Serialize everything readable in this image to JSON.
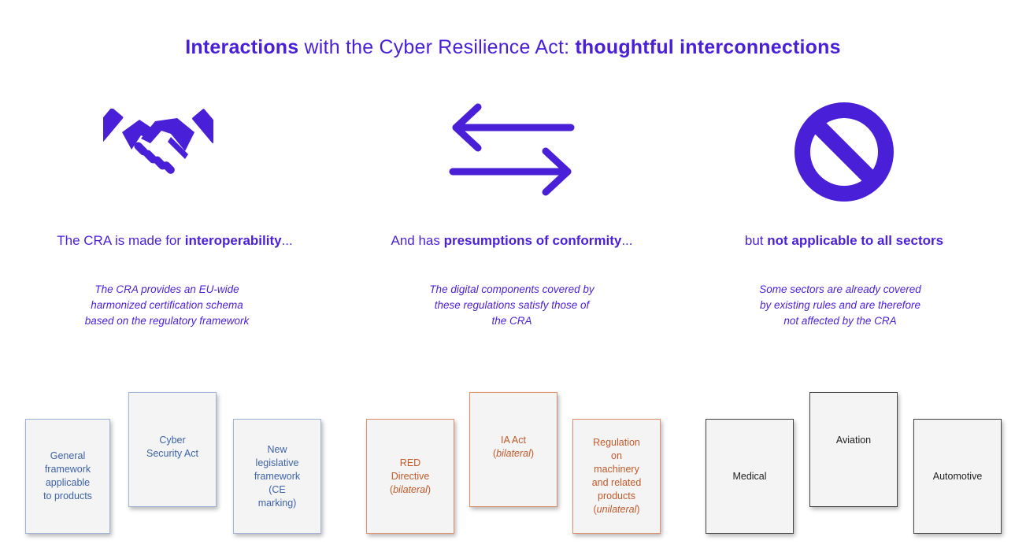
{
  "title": {
    "bold1": "Interactions",
    "middle": " with the Cyber Resilience Act: ",
    "bold2": "thoughtful interconnections"
  },
  "columns": [
    {
      "icon": "handshake-icon",
      "heading_prefix": "The CRA is made for ",
      "heading_bold": "interoperability",
      "heading_suffix": "...",
      "description": [
        "The CRA provides an EU-wide",
        "harmonized certification schema",
        "based on the regulatory framework"
      ],
      "cards": [
        {
          "lines": [
            "General",
            "framework",
            "applicable",
            "to products"
          ],
          "note": ""
        },
        {
          "lines": [
            "Cyber",
            "Security Act"
          ],
          "note": ""
        },
        {
          "lines": [
            "New",
            "legislative",
            "framework",
            "(CE",
            "marking)"
          ],
          "note": ""
        }
      ]
    },
    {
      "icon": "bidirectional-arrows-icon",
      "heading_prefix": "And has ",
      "heading_bold": "presumptions of conformity",
      "heading_suffix": "...",
      "description": [
        "The digital components covered by",
        "these regulations satisfy those of",
        "the CRA"
      ],
      "cards": [
        {
          "lines": [
            "RED",
            "Directive"
          ],
          "note": "bilateral"
        },
        {
          "lines": [
            "IA Act"
          ],
          "note": "bilateral"
        },
        {
          "lines": [
            "Regulation",
            "on",
            "machinery",
            "and related",
            "products"
          ],
          "note": "unilateral"
        }
      ]
    },
    {
      "icon": "prohibited-icon",
      "heading_prefix": "but ",
      "heading_bold": "not applicable to all sectors",
      "heading_suffix": "",
      "description": [
        "Some sectors are already covered",
        "by existing rules and are therefore",
        "not affected by the CRA"
      ],
      "cards": [
        {
          "lines": [
            "Medical"
          ],
          "note": ""
        },
        {
          "lines": [
            "Aviation"
          ],
          "note": ""
        },
        {
          "lines": [
            "Automotive"
          ],
          "note": ""
        }
      ]
    }
  ],
  "colors": {
    "accent": "#4a1fd8",
    "blue_card": "#3d63a8",
    "orange_card": "#c25a2a",
    "gray_card": "#222222"
  }
}
